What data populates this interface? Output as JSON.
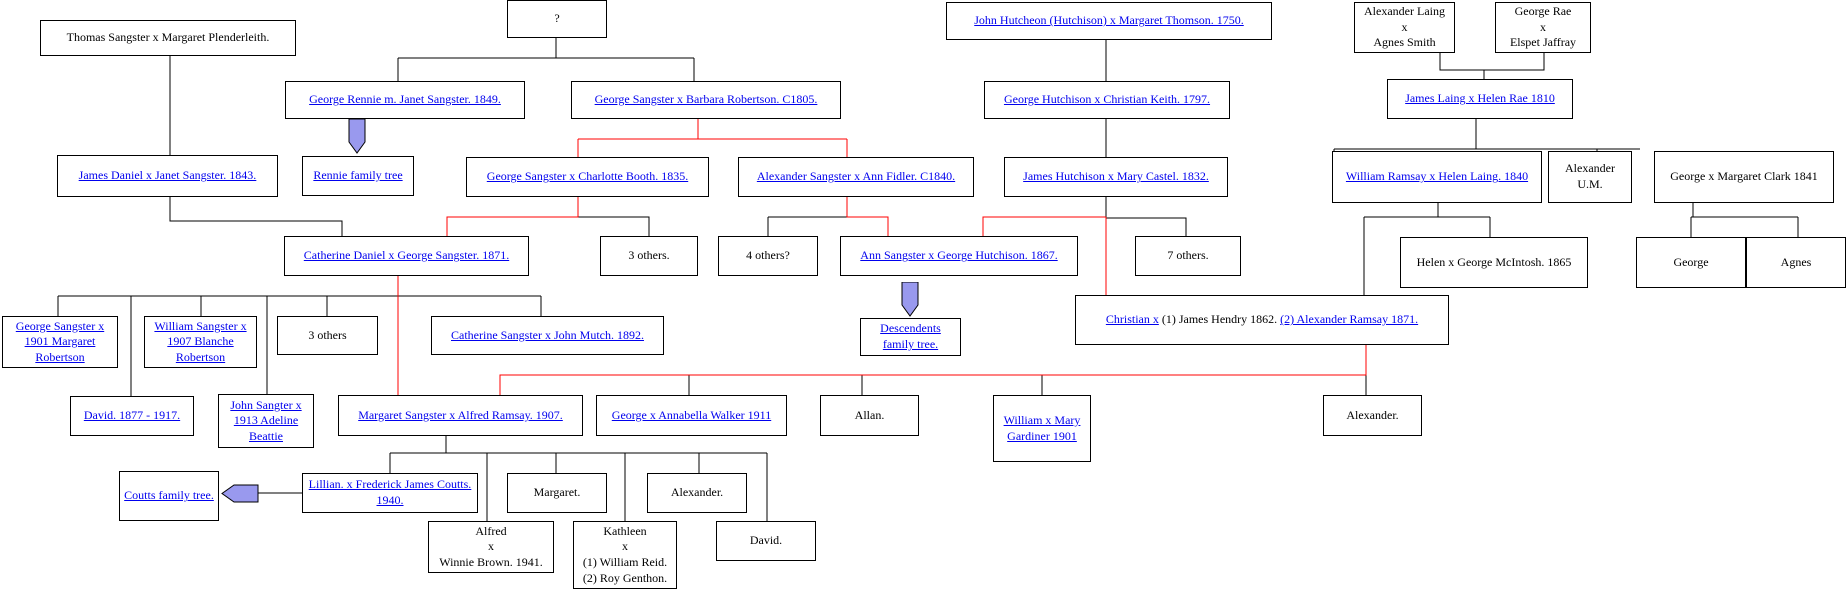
{
  "nodes": {
    "unknown_parent": "?",
    "thomas_sangster": "Thomas Sangster x Margaret Plenderleith.",
    "john_hutcheon": "John Hutcheon (Hutchison) x Margaret Thomson. 1750.",
    "alexander_laing": "Alexander Laing\nx\nAgnes Smith",
    "george_rae": "George Rae\nx\nElspet Jaffray",
    "george_rennie": "George Rennie m. Janet Sangster. 1849.",
    "george_barbara": "George Sangster x Barbara Robertson. C1805.",
    "george_christian_1797": "George Hutchison x Christian Keith. 1797.",
    "james_laing": "James Laing x Helen Rae 1810",
    "rennie_tree": "Rennie family tree",
    "james_daniel": "James Daniel x Janet Sangster. 1843.",
    "george_charlotte": "George Sangster x Charlotte Booth. 1835.",
    "alexander_ann": "Alexander Sangster x Ann Fidler. C1840.",
    "james_hutchison": "James Hutchison x Mary Castel. 1832.",
    "william_ramsay": "William Ramsay x Helen Laing. 1840",
    "alexander_um": "Alexander\nU.M.",
    "george_margaret_clark": "George x Margaret Clark 1841",
    "catherine_daniel": "Catherine Daniel x George Sangster. 1871.",
    "three_others_a": "3 others.",
    "four_others": "4 others?",
    "ann_george": "Ann Sangster x George Hutchison. 1867.",
    "seven_others": "7 others.",
    "helen_mcintosh": "Helen x George McIntosh. 1865",
    "george_child": "George",
    "agnes_child": "Agnes",
    "george_1901": "George Sangster\nx 1901\nMargaret Robertson",
    "william_1907": "William Sangster\nx 1907\nBlanche Robertson",
    "three_others_b": "3 others",
    "catherine_mutch": "Catherine Sangster x John Mutch. 1892.",
    "descendents_tree": "Descendents\nfamily tree.",
    "christian_x": "Christian x",
    "christian_mid": " (1) James Hendry 1862. ",
    "christian_ramsay": "(2) Alexander Ramsay 1871.",
    "david_1877": "David. 1877 - 1917.",
    "john_1913": "John Sangter\nx 1913\nAdeline Beattie",
    "margaret_alfred": "Margaret Sangster x Alfred Ramsay. 1907.",
    "george_annabella": "George x Annabella Walker 1911",
    "allan": "Allan.",
    "william_mary": "William\nx\nMary Gardiner\n1901",
    "alexander_r": "Alexander.",
    "coutts_tree": "Coutts family\ntree.",
    "lillian": "Lillian.  x\nFrederick James Coutts. 1940.",
    "margaret_c": "Margaret.",
    "alexander_c": "Alexander.",
    "alfred_c": "Alfred\nx\nWinnie Brown. 1941.",
    "kathleen_c": "Kathleen\nx\n(1) William Reid.\n(2) Roy Genthon.",
    "david_c": "David."
  },
  "colors": {
    "link": "#0000ee",
    "line_black": "#000000",
    "line_red": "#ff0000",
    "arrow_fill": "#9999ee"
  }
}
